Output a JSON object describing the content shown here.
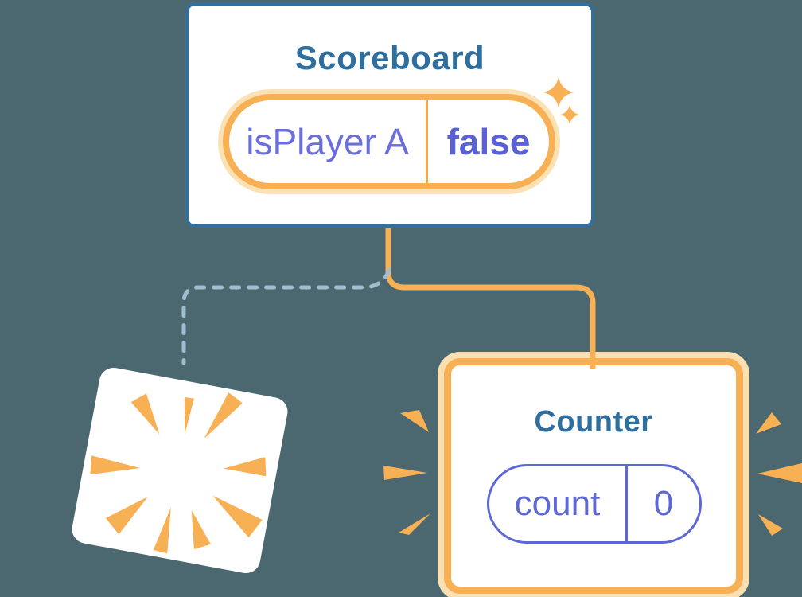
{
  "diagram_title": "React component tree state diagram",
  "scoreboard": {
    "title": "Scoreboard",
    "state": {
      "key": "isPlayer A",
      "value": "false"
    },
    "icon": "sparkles-icon"
  },
  "counter": {
    "title": "Counter",
    "state": {
      "key": "count",
      "value": "0"
    },
    "icon": "emphasis-burst-icon"
  },
  "destroyed_component": {
    "icon": "poof-starburst-icon",
    "meaning": "component removed from tree"
  },
  "connections": [
    {
      "from": "Scoreboard",
      "to": "Counter",
      "style": "solid",
      "color": "#F7B054"
    },
    {
      "from": "Scoreboard",
      "to": "destroyed-component",
      "style": "dashed",
      "color": "#9FBECF"
    }
  ],
  "icons": {
    "sparkles-icon": "two four-point stars ✦",
    "poof-starburst-icon": "radial orange wedges",
    "emphasis-burst-icon": "orange wedge emphasis lines"
  },
  "colors": {
    "background": "#4B6870",
    "card_fill": "#FFFFFF",
    "card_border_blue": "#326E9E",
    "title_blue": "#2E6F9F",
    "accent_orange": "#F7B054",
    "accent_orange_light": "#FBE1B3",
    "state_purple": "#5E68D5",
    "state_purple_key": "#6A6FDC",
    "dashed_blue": "#9FBECF"
  }
}
